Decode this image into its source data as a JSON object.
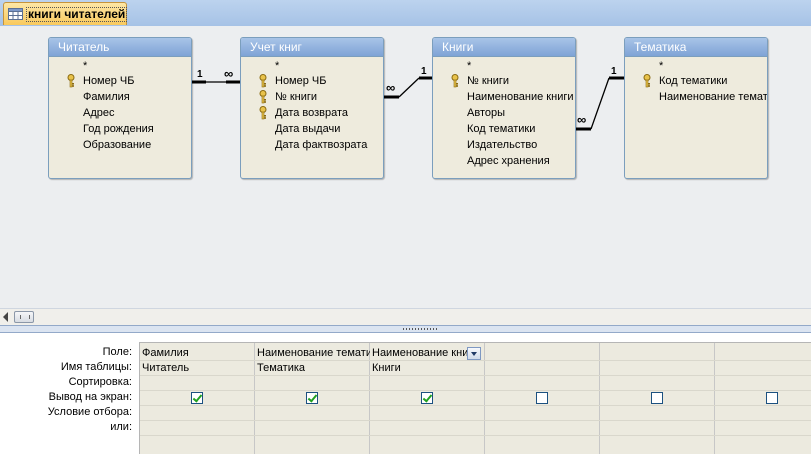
{
  "tab": {
    "label": "книги читателей"
  },
  "tables": [
    {
      "title": "Читатель",
      "fields": [
        "*",
        "Номер ЧБ",
        "Фамилия",
        "Адрес",
        "Год рождения",
        "Образование"
      ],
      "keys": [
        1
      ]
    },
    {
      "title": "Учет книг",
      "fields": [
        "*",
        "Номер ЧБ",
        "№ книги",
        "Дата возврата",
        "Дата выдачи",
        "Дата фактвозрата"
      ],
      "keys": [
        1,
        2,
        3
      ]
    },
    {
      "title": "Книги",
      "fields": [
        "*",
        "№ книги",
        "Наименование книги",
        "Авторы",
        "Код тематики",
        "Издательство",
        "Адрес хранения"
      ],
      "keys": [
        1
      ]
    },
    {
      "title": "Тематика",
      "fields": [
        "*",
        "Код тематики",
        "Наименование тематики"
      ],
      "keys": [
        1
      ]
    }
  ],
  "relationships": [
    {
      "one": "1",
      "many": "∞"
    },
    {
      "one": "1",
      "many": "∞"
    },
    {
      "one": "1",
      "many": "∞"
    }
  ],
  "grid": {
    "row_labels": {
      "field": "Поле:",
      "table": "Имя таблицы:",
      "sort": "Сортировка:",
      "show": "Вывод на экран:",
      "criteria": "Условие отбора:",
      "or": "или:"
    },
    "columns": [
      {
        "field": "Фамилия",
        "table": "Читатель",
        "show": true
      },
      {
        "field": "Наименование тематики",
        "table": "Тематика",
        "show": true
      },
      {
        "field": "Наименование книги",
        "table": "Книги",
        "show": true
      },
      {
        "field": "",
        "table": "",
        "show": false
      },
      {
        "field": "",
        "table": "",
        "show": false
      },
      {
        "field": "",
        "table": "",
        "show": false
      }
    ]
  }
}
